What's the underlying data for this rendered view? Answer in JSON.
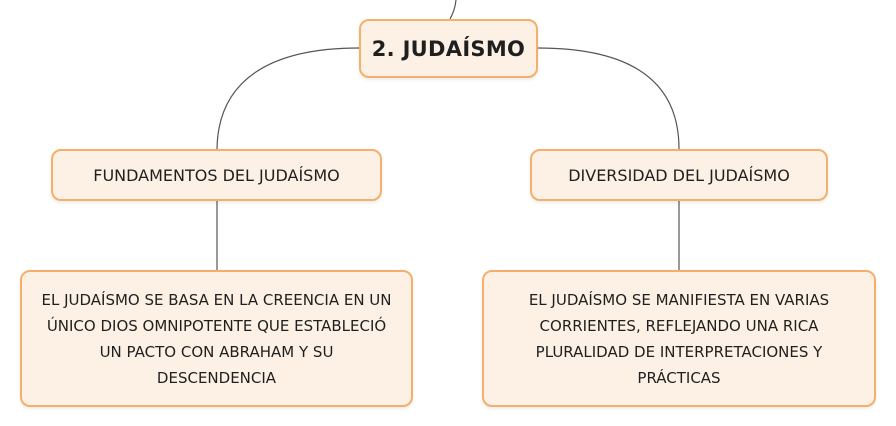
{
  "root": {
    "label": "2. JUDAÍSMO"
  },
  "branches": [
    {
      "label": "FUNDAMENTOS DEL JUDAÍSMO",
      "detail": "EL JUDAÍSMO SE BASA EN LA CREENCIA EN UN ÚNICO DIOS OMNIPOTENTE QUE ESTABLECIÓ UN PACTO CON ABRAHAM Y SU DESCENDENCIA"
    },
    {
      "label": "DIVERSIDAD DEL JUDAÍSMO",
      "detail": "EL JUDAÍSMO SE MANIFIESTA EN VARIAS CORRIENTES, REFLEJANDO UNA RICA PLURALIDAD DE INTERPRETACIONES Y PRÁCTICAS"
    }
  ],
  "colors": {
    "node_fill": "#fdf1e6",
    "node_border": "#f4b06a",
    "connector": "#555555",
    "text": "#1f1f1f"
  }
}
